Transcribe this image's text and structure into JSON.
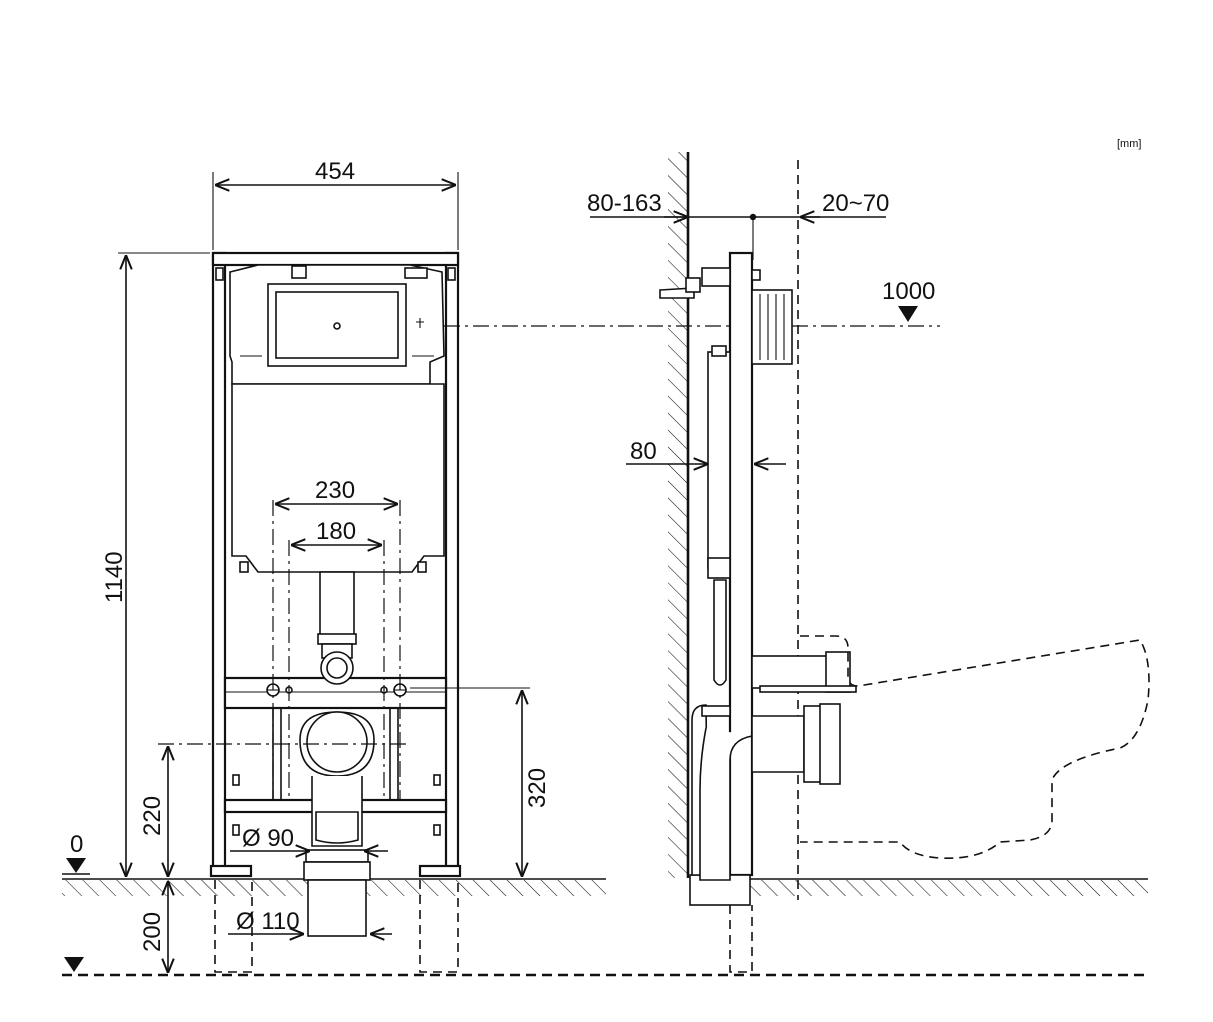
{
  "unit_label": "[mm]",
  "dimensions": {
    "frame_width": "454",
    "frame_height": "1140",
    "wall_offset": "80-163",
    "finish_thickness": "20~70",
    "button_height": "1000",
    "frame_depth": "80",
    "bolt_spacing_outer": "230",
    "bolt_spacing_inner": "180",
    "waste_pipe_height": "220",
    "mount_height": "320",
    "floor_depth": "200",
    "pipe_diameter_90": "Ø 90",
    "pipe_diameter_110": "Ø 110"
  },
  "levels": {
    "finished_floor": "0"
  }
}
